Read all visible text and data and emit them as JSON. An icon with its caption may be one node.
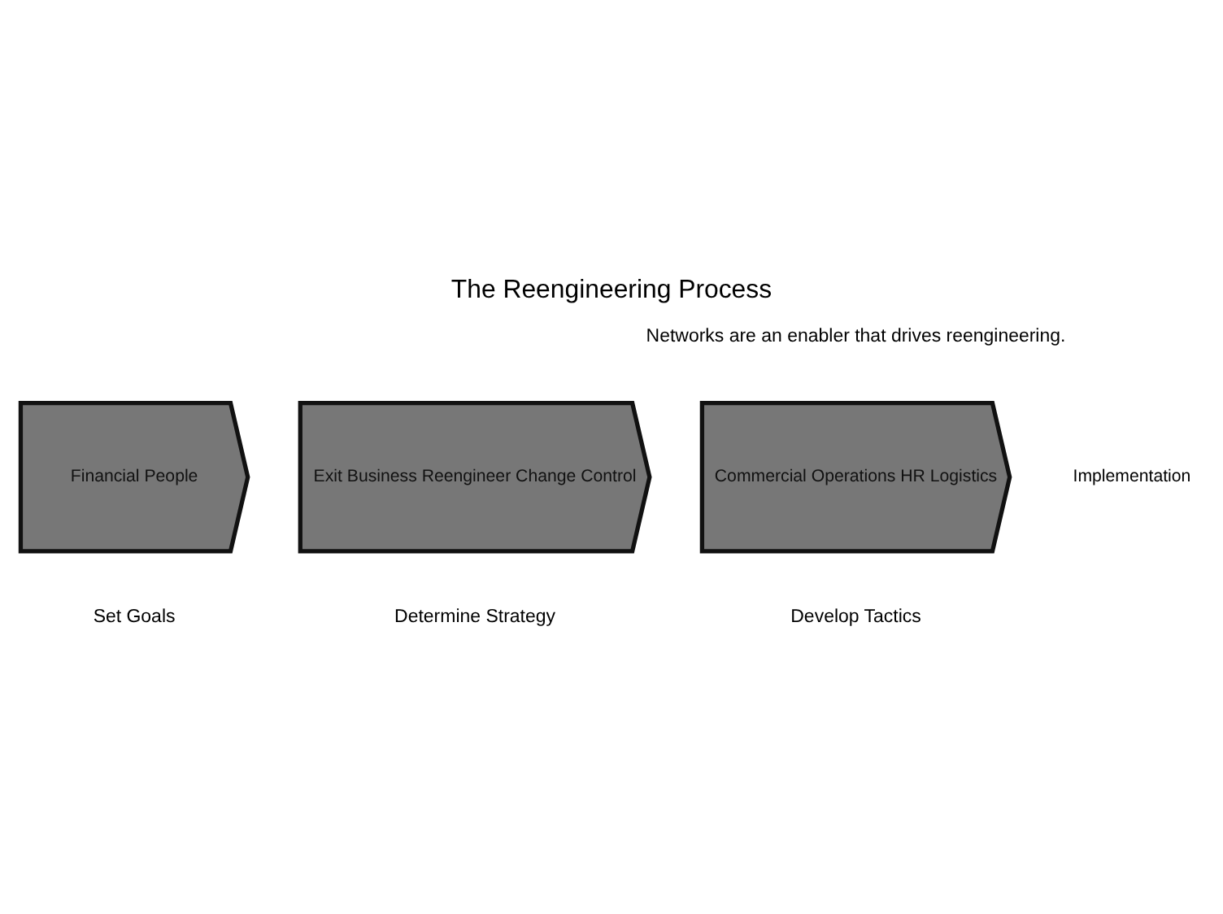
{
  "diagram": {
    "title": "The Reengineering Process",
    "nodes": [
      {
        "text": [
          "Financial People"
        ],
        "beside": [
          "Set Goals"
        ]
      },
      {
        "text": [
          "Exit Business Reengineer Change Control"
        ],
        "beside": [
          "Determine Strategy"
        ]
      },
      {
        "text": [
          "Commercial Operations HR Logistics"
        ],
        "beside": [
          "Develop Tactics"
        ]
      },
      {
        "text": [
          "Implementation"
        ]
      }
    ],
    "edges": [],
    "labels": [
      "Networks are an enabler that drives reengineering."
    ]
  }
}
